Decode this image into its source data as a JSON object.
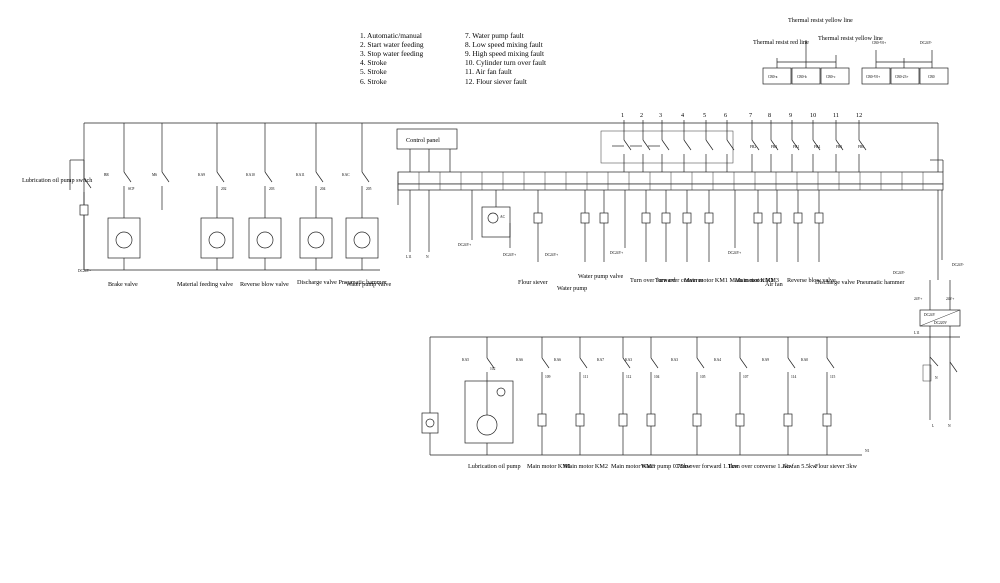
{
  "legend_left": [
    "1. Automatic/manual",
    "2. Start water feeding",
    "3. Stop water feeding",
    "4. Stroke",
    "5. Stroke",
    "6. Stroke"
  ],
  "legend_right": [
    "7. Water pump fault",
    "8. Low speed mixing fault",
    "9. High speed mixing fault",
    "10. Cylinder turn over fault",
    "11. Air fan fault",
    "12. Flour siever fault"
  ],
  "thermal": {
    "red_line": "Thermal resist red line",
    "yellow_line_top": "Thermal resist yellow line",
    "yellow_line": "Thermal resist yellow line",
    "cells_left": [
      "CB0-a",
      "CB0-b",
      "CB0-c"
    ],
    "cells_right": [
      "CB0-V0+",
      "CB0-23+",
      "CB0"
    ],
    "top_right_labels": [
      "CB0-V0+",
      "DC24V-"
    ]
  },
  "control_panel": "Control panel",
  "lube_switch": "Lubrication oil pump switch",
  "terminal_numbers": [
    "1",
    "2",
    "3",
    "4",
    "5",
    "6",
    "7",
    "8",
    "9",
    "10",
    "11",
    "12"
  ],
  "fault_codes": [
    "FR2",
    "FR3",
    "FR1",
    "FR4",
    "FR5",
    "FR6"
  ],
  "upper_loads": [
    {
      "code": "BR",
      "num": "SCP",
      "label": "Brake valve"
    },
    {
      "code": "KA9",
      "num": "202",
      "label": "Material feeding valve"
    },
    {
      "code": "KA10",
      "num": "203",
      "label": "Reverse blow valve"
    },
    {
      "code": "KA11",
      "num": "204",
      "label": "Discharge valve Pneumatic hammer"
    },
    {
      "code": "KAC",
      "num": "205",
      "label": "Water pump valve"
    }
  ],
  "plc_labels": [
    "Flour siever",
    "Water pump",
    "Water pump valve",
    "Turn over forward",
    "Turn over converse",
    "Main motor KM1 Main motor KM2",
    "Main motor KM3",
    "Air fan",
    "Reverse blow valve",
    "Discharge valve Pneumatic hammer"
  ],
  "voltage_labels": [
    "DC24V~",
    "DC24V+",
    "DC24V+",
    "DC24V+",
    "DC24V+",
    "DC24V+",
    "DC24V-",
    "DC24V-"
  ],
  "power_labels": [
    "L11",
    "N",
    "24V+",
    "24V+",
    "DC24V",
    "DC220V",
    "L11",
    "L",
    "N",
    "N1"
  ],
  "lower_loads": [
    {
      "code": "KA5",
      "num": "102",
      "label": "Lubrication oil pump"
    },
    {
      "code": "KA6",
      "num": "109",
      "label": "Main motor KM1"
    },
    {
      "code": "KA6",
      "num": "111",
      "label": "Main motor KM2"
    },
    {
      "code": "KA7",
      "num": "112",
      "label": "Main motor KM3"
    },
    {
      "code": "KA3",
      "num": "104",
      "label": "Water pump 0.75kw"
    },
    {
      "code": "KA3",
      "num": "105",
      "label": "Turn over forward 1.1kw"
    },
    {
      "code": "KA4",
      "num": "107",
      "label": "Turn over converse 1.1kw"
    },
    {
      "code": "KA9",
      "num": "114",
      "label": "Air fan 5.5kw"
    },
    {
      "code": "KA0",
      "num": "115",
      "label": "Flour siever 3kw"
    }
  ]
}
